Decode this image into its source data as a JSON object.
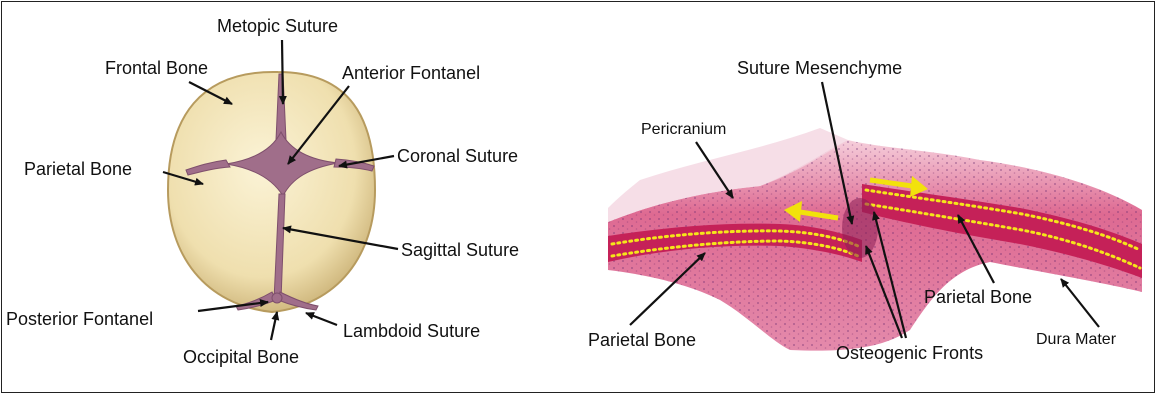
{
  "skull_labels": {
    "metopic_suture": "Metopic Suture",
    "frontal_bone": "Frontal Bone",
    "anterior_fontanel": "Anterior Fontanel",
    "parietal_bone": "Parietal Bone",
    "coronal_suture": "Coronal Suture",
    "sagittal_suture": "Sagittal Suture",
    "posterior_fontanel": "Posterior Fontanel",
    "lambdoid_suture": "Lambdoid Suture",
    "occipital_bone": "Occipital Bone"
  },
  "histology_labels": {
    "suture_mesenchyme": "Suture Mesenchyme",
    "pericranium": "Pericranium",
    "parietal_bone_right": "Parietal Bone",
    "parietal_bone_left": "Parietal Bone",
    "dura_mater": "Dura Mater",
    "osteogenic_fronts": "Osteogenic Fronts"
  },
  "colors": {
    "bone": "#f1e3b8",
    "bone_shadow": "#c9b17a",
    "suture": "#9c6a86",
    "tissue": "#d9527e",
    "tissue_light": "#f2b7c9",
    "bone_band": "#c8215a",
    "dots": "#f5e61a",
    "growth_arrow": "#f2e20c"
  },
  "icons": [
    "growth-arrow-left",
    "growth-arrow-right"
  ]
}
